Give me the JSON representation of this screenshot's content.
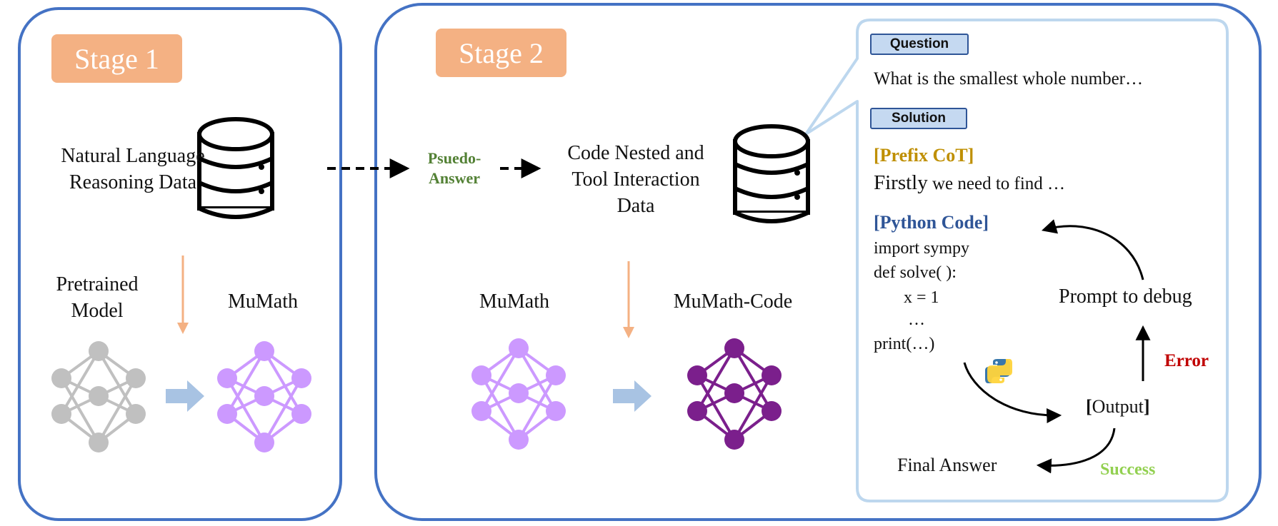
{
  "colors": {
    "panel_border": "#4472c4",
    "callout_border": "#bdd7ee",
    "stage_badge": "#f4b183",
    "tag_fill": "#c5d9f1",
    "orange_arrow": "#f4b183",
    "blue_arrow": "#a8c3e3",
    "net_gray": "#c0c0c0",
    "net_light_purple": "#cc99ff",
    "net_dark_purple": "#7b1f8c",
    "prefix_cot": "#bf8f00",
    "python_code": "#2f5597",
    "error": "#c00000",
    "success": "#92d050",
    "pseudo_answer": "#538135"
  },
  "stage1": {
    "badge": "Stage 1",
    "data_label_line1": "Natural Language",
    "data_label_line2": "Reasoning  Data",
    "pretrained_line1": "Pretrained",
    "pretrained_line2": "Model",
    "output_model": "MuMath",
    "database_icon": "database-icon",
    "network_icons": [
      "neural-network-gray-icon",
      "neural-network-light-purple-icon"
    ]
  },
  "stage2": {
    "badge": "Stage 2",
    "pseudo_line1": "Psuedo-",
    "pseudo_line2": "Answer",
    "data_label_line1": "Code Nested and",
    "data_label_line2": "Tool Interaction",
    "data_label_line3": "Data",
    "input_model": "MuMath",
    "output_model": "MuMath-Code",
    "database_icon": "database-icon",
    "network_icons": [
      "neural-network-light-purple-icon",
      "neural-network-dark-purple-icon"
    ]
  },
  "callout": {
    "question_tag": "Question",
    "question_text": "What is the smallest whole number…",
    "solution_tag": "Solution",
    "prefix_cot_label": "[Prefix CoT]",
    "prefix_cot_word": "Firstly",
    "prefix_cot_rest": " we need to find …",
    "python_code_label": "[Python Code]",
    "code_line1": "import sympy",
    "code_line2": "def solve( ):",
    "code_line3": "x = 1",
    "code_line4": "…",
    "code_line5": "print(…)",
    "prompt_to_debug": "Prompt to debug",
    "error": "Error",
    "output_open": "[",
    "output_text": "Output",
    "output_close": "]",
    "final_answer": "Final Answer",
    "success": "Success",
    "python_icon": "python-logo-icon"
  }
}
